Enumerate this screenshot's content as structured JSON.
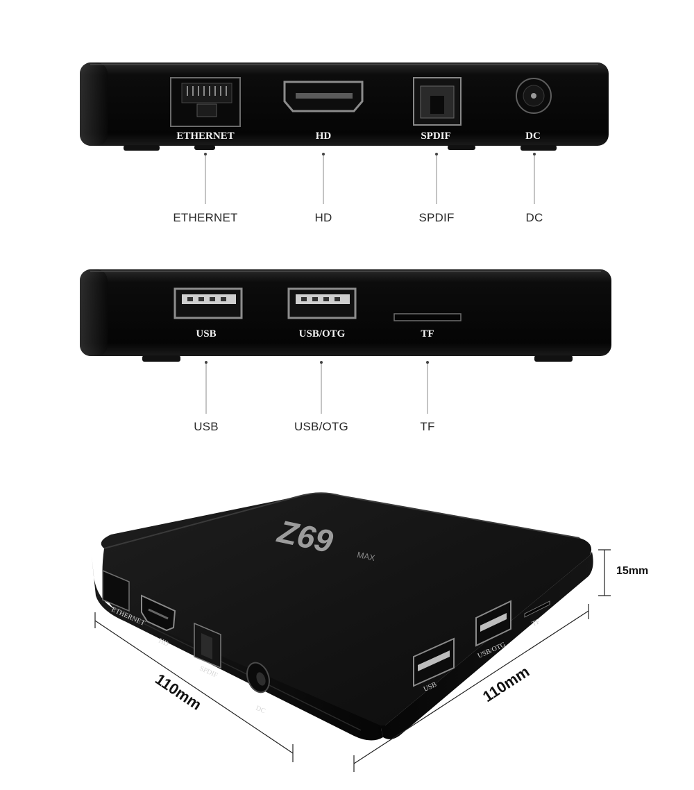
{
  "rear_panel": {
    "port_labels": [
      "ETHERNET",
      "HD",
      "SPDIF",
      "DC"
    ],
    "callouts": [
      "ETHERNET",
      "HD",
      "SPDIF",
      "DC"
    ]
  },
  "side_panel": {
    "port_labels": [
      "USB",
      "USB/OTG",
      "TF"
    ],
    "callouts": [
      "USB",
      "USB/OTG",
      "TF"
    ]
  },
  "iso_view": {
    "logo": "Z69",
    "logo_suffix": "MAX",
    "port_labels": {
      "ethernet": "ETHERNET",
      "hd": "HD",
      "spdif": "SPDIF",
      "dc": "DC",
      "usb": "USB",
      "usb_otg": "USB/OTG",
      "tf": "TF"
    },
    "dimensions": {
      "height": "15mm",
      "length": "110mm",
      "width": "110mm"
    }
  }
}
